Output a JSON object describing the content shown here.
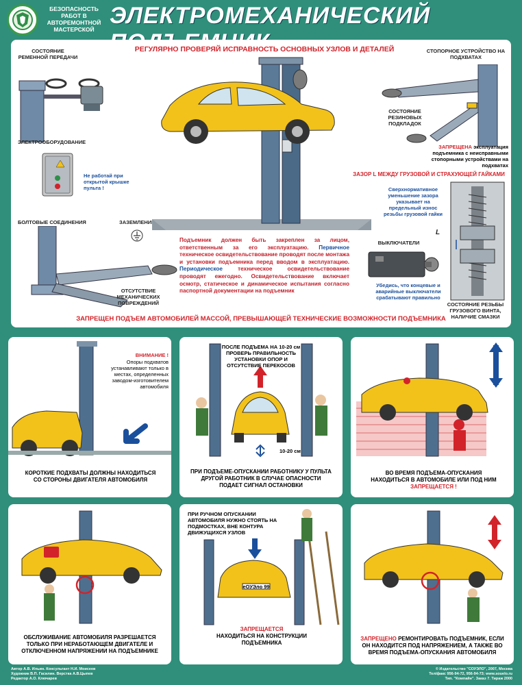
{
  "header": {
    "logo_label": "БЕЗОПАСНОСТЬ РАБОТ В АВТОРЕМОНТНОЙ МАСТЕРСКОЙ",
    "title": "ЭЛЕКТРОМЕХАНИЧЕСКИЙ ПОДЪЕМНИК"
  },
  "top_panel": {
    "heading": "РЕГУЛЯРНО ПРОВЕРЯЙ ИСПРАВНОСТЬ ОСНОВНЫХ УЗЛОВ И ДЕТАЛЕЙ",
    "belt": "СОСТОЯНИЕ РЕМЕННОЙ ПЕРЕДАЧИ",
    "stopper": "СТОПОРНОЕ УСТРОЙСТВО НА ПОДХВАТАХ",
    "electro": "ЭЛЕКТРООБОРУДОВАНИЕ",
    "rubber": "СОСТОЯНИЕ РЕЗИНОВЫХ ПОДКЛАДОК",
    "lid_warning": "Не работай при открытой крышке пульта !",
    "forbidden_red": "ЗАПРЕЩЕНА",
    "forbidden_rest": "эксплуатация подъемника с неисправными стопорными устройствами на подхватах",
    "gap": "ЗАЗОР L МЕЖДУ ГРУЗОВОЙ И СТРАХУЮЩЕЙ ГАЙКАМИ",
    "gap_note": "Сверхнормативное уменьшение зазора указывает на предельный износ резьбы грузовой гайки",
    "bolts": "БОЛТОВЫЕ СОЕДИНЕНИЯ",
    "ground": "ЗАЗЕМЛЕНИЕ",
    "switches": "ВЫКЛЮЧАТЕЛИ",
    "switches_note": "Убедись, что концевые и аварийные выключатели срабатывают правильно",
    "no_damage": "ОТСУТСТВИЕ МЕХАНИЧЕСКИХ ПОВРЕЖДЕНИЙ",
    "screw": "СОСТОЯНИЕ РЕЗЬБЫ ГРУЗОВОГО ВИНТА, НАЛИЧИЕ СМАЗКИ",
    "l_mark": "L",
    "para_1": "Подъемник должен быть закреплен за лицом, ответственным за его эксплуатацию.",
    "para_2": "Первичное",
    "para_3": "техническое освидетельствование проводят после монтажа и установки подъемника перед вводом в эксплуатацию.",
    "para_4": "Периодическое",
    "para_5": "техническое освидетельствование проводят ежегодно.",
    "para_6": "Освидетельствование включает осмотр, статическое и динамическое испытания согласно паспортной документации на подъемник",
    "bottom_warning": "ЗАПРЕЩЕН ПОДЪЕМ АВТОМОБИЛЕЙ МАССОЙ, ПРЕВЫШАЮЩЕЙ ТЕХНИЧЕСКИЕ ВОЗМОЖНОСТИ ПОДЪЕМНИКА"
  },
  "panels": [
    {
      "note_red": "ВНИМАНИЕ !",
      "note": "Опоры подхватов устанавливают только в местах, определенных заводом-изготовителем автомобиля",
      "caption": "КОРОТКИЕ ПОДХВАТЫ ДОЛЖНЫ НАХОДИТЬСЯ СО СТОРОНЫ ДВИГАТЕЛЯ АВТОМОБИЛЯ"
    },
    {
      "note": "ПОСЛЕ ПОДЪЕМА НА 10-20 см ПРОВЕРЬ ПРАВИЛЬНОСТЬ УСТАНОВКИ ОПОР И ОТСУТСТВИЕ ПЕРЕКОСОВ",
      "dim": "10-20 см",
      "caption": "ПРИ ПОДЪЕМЕ-ОПУСКАНИИ РАБОТНИКУ У ПУЛЬТА ДРУГОЙ РАБОТНИК В СЛУЧАЕ ОПАСНОСТИ ПОДАЕТ СИГНАЛ ОСТАНОВКИ"
    },
    {
      "caption": "ВО ВРЕМЯ ПОДЪЕМА-ОПУСКАНИЯ НАХОДИТЬСЯ В АВТОМОБИЛЕ ИЛИ ПОД НИМ",
      "caption_red": "ЗАПРЕЩАЕТСЯ !"
    },
    {
      "caption": "ОБСЛУЖИВАНИЕ АВТОМОБИЛЯ РАЗРЕШАЕТСЯ ТОЛЬКО ПРИ НЕРАБОТАЮЩЕМ ДВИГАТЕЛЕ И ОТКЛЮЧЕННОМ НАПРЯЖЕНИИ НА ПОДЪЕМНИКЕ"
    },
    {
      "note": "ПРИ РУЧНОМ ОПУСКАНИИ АВТОМОБИЛЯ НУЖНО СТОЯТЬ НА ПОДМОСТКАХ, ВНЕ КОНТУРА ДВИЖУЩИХСЯ УЗЛОВ",
      "plate": "еОУЭло 99",
      "caption_red": "ЗАПРЕЩАЕТСЯ",
      "caption": "НАХОДИТЬСЯ НА КОНСТРУКЦИИ ПОДЪЕМНИКА"
    },
    {
      "caption_red": "ЗАПРЕЩЕНО",
      "caption": "РЕМОНТИРОВАТЬ ПОДЪЕМНИК, ЕСЛИ ОН НАХОДИТСЯ ПОД НАПРЯЖЕНИЕМ, А ТАКЖЕ ВО ВРЕМЯ ПОДЪЕМА-ОПУСКАНИЯ АВТОМОБИЛЯ"
    }
  ],
  "footer": {
    "left_1": "Автор А.В. Ильин. Консультант Н.И. Моисеев",
    "left_2": "Художник В.П. Гасилин. Верстка А.В.Цыпев",
    "left_3": "Редактор А.О. Ключарев",
    "right_1": "© Издательство \"СОУЭЛО\", 2007, Москва",
    "right_2": "Тел/факс 956-94-72, 956-94-73; www.souelo.ru",
    "right_3": "Тип. \"Компайн\". Заказ 7. Тираж 2000"
  },
  "colors": {
    "background": "#2f8f7a",
    "car": "#f2c21b",
    "pillar": "#4f6f8f",
    "red": "#d2232a",
    "blue": "#1a4f9c",
    "worker": "#3f7a3a"
  }
}
